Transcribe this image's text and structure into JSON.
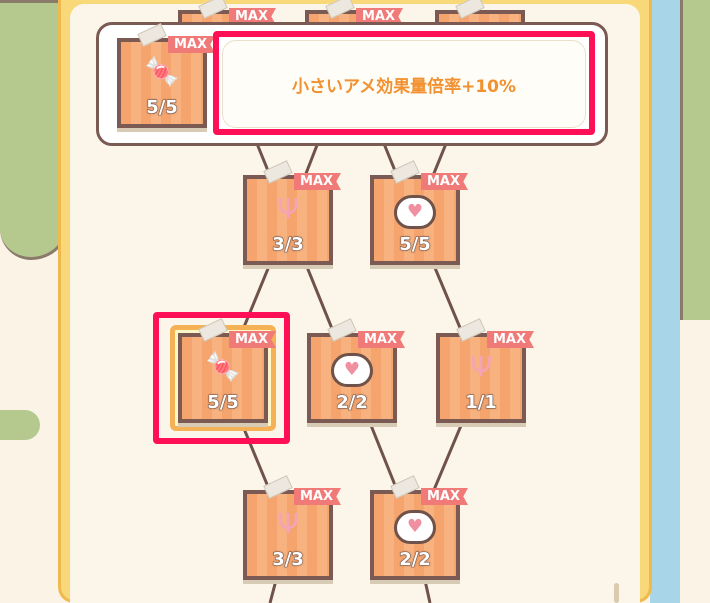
{
  "popup": {
    "node": {
      "level": "5/5",
      "badge": "MAX",
      "icon": "candy-up-icon"
    },
    "description": "小さいアメ効果量倍率+10%"
  },
  "nodes": [
    {
      "id": "top-a",
      "level": "",
      "badge": "MAX",
      "icon": "candy-up-icon"
    },
    {
      "id": "top-b",
      "level": "",
      "badge": "MAX",
      "icon": "heart-icon"
    },
    {
      "id": "top-c",
      "level": "",
      "badge": "",
      "icon": "heart-icon"
    },
    {
      "id": "r1a",
      "level": "3/3",
      "badge": "MAX",
      "icon": "claw-icon"
    },
    {
      "id": "r1b",
      "level": "5/5",
      "badge": "MAX",
      "icon": "heart-icon"
    },
    {
      "id": "r2a",
      "level": "5/5",
      "badge": "MAX",
      "icon": "candy-up-icon",
      "selected": true
    },
    {
      "id": "r2b",
      "level": "2/2",
      "badge": "MAX",
      "icon": "heart-icon"
    },
    {
      "id": "r2c",
      "level": "1/1",
      "badge": "MAX",
      "icon": "claw-icon"
    },
    {
      "id": "r3a",
      "level": "3/3",
      "badge": "MAX",
      "icon": "claw-icon"
    },
    {
      "id": "r3b",
      "level": "2/2",
      "badge": "MAX",
      "icon": "heart-icon"
    }
  ],
  "colors": {
    "highlight": "#ff0f56",
    "accent_text": "#f29130",
    "max_badge": "#f07a78"
  }
}
